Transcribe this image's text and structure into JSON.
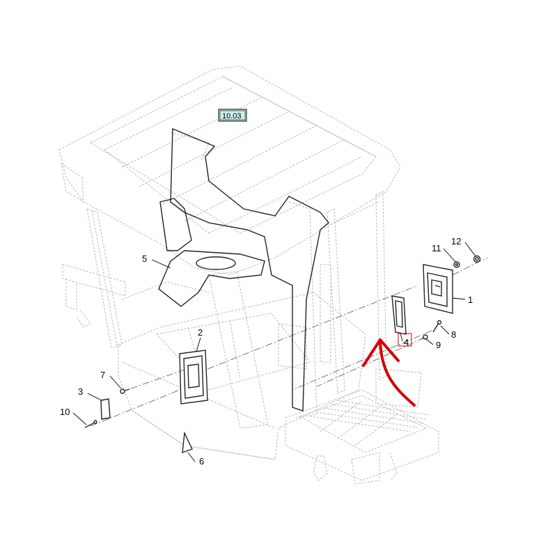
{
  "diagram": {
    "reference_tag": "10.03",
    "callouts": [
      "1",
      "2",
      "3",
      "4",
      "5",
      "6",
      "7",
      "8",
      "9",
      "10",
      "11",
      "12"
    ],
    "arrow_color": "#d40000",
    "tag_fill": "#cdeeee"
  }
}
